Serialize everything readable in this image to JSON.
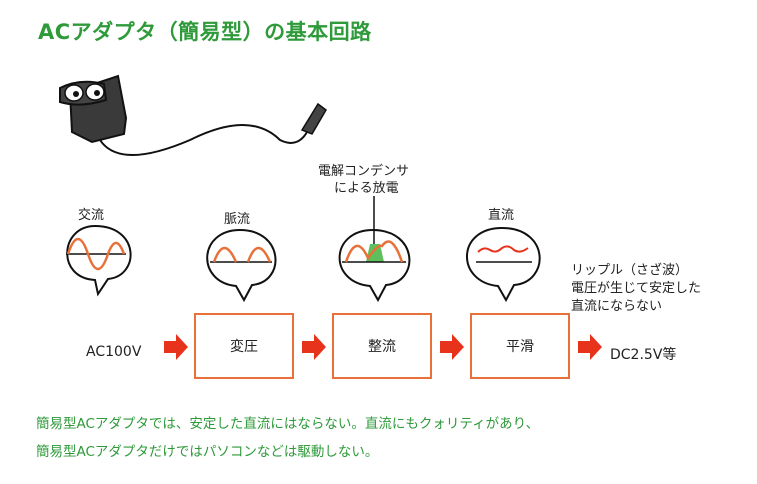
{
  "title": "ACアダプタ（簡易型）の基本回路",
  "stages": {
    "ac": "交流",
    "pulsating": "脈流",
    "capacitor_line1": "電解コンデンサ",
    "capacitor_line2": "による放電",
    "dc": "直流"
  },
  "flow": {
    "input": "AC100V",
    "boxes": [
      "変圧",
      "整流",
      "平滑"
    ],
    "output": "DC2.5V等"
  },
  "ripple_note": {
    "line1": "リップル（さざ波）",
    "line2": "電圧が生じて安定した",
    "line3": "直流にならない"
  },
  "notes": {
    "line1": "簡易型ACアダプタでは、安定した直流にはならない。直流にもクォリティがあり、",
    "line2": "簡易型ACアダプタだけではパソコンなどは駆動しない。"
  },
  "colors": {
    "title": "#2e9a3a",
    "accent": "#e8713a",
    "arrow": "#e8331c",
    "capacitor": "#5fbf5a"
  }
}
